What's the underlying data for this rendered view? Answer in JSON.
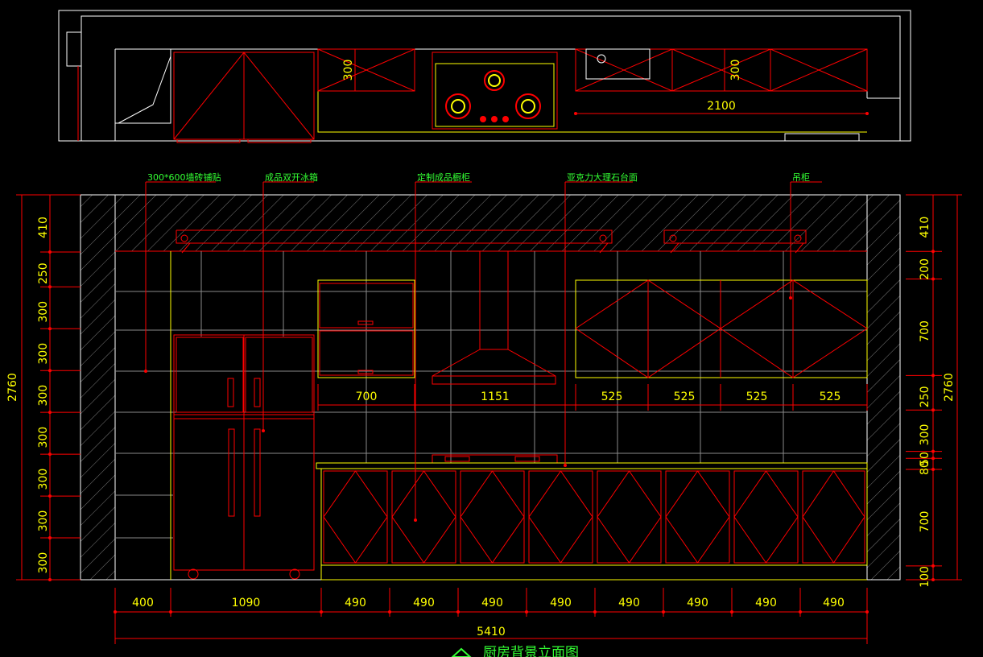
{
  "title": "厨房背景立面图",
  "labels": {
    "tiles": "300*600墙砖铺贴",
    "fridge": "成品双开冰箱",
    "cabinet": "定制成品橱柜",
    "countertop": "亚克力大理石台面",
    "wall_cabinet": "吊柜"
  },
  "plan_dims": {
    "cab_left_depth": "300",
    "cab_right_depth": "300",
    "run_length": "2100"
  },
  "upper_dims": [
    "700",
    "1151",
    "525",
    "525",
    "525",
    "525"
  ],
  "bottom_dims": [
    "400",
    "1090",
    "490",
    "490",
    "490",
    "490",
    "490",
    "490",
    "490",
    "490"
  ],
  "total_width": "5410",
  "left_dims": [
    "410",
    "250",
    "300",
    "300",
    "300",
    "300",
    "300",
    "300",
    "300"
  ],
  "left_total": "2760",
  "right_dims": [
    "410",
    "200",
    "700",
    "250",
    "300",
    "50",
    "80",
    "700",
    "100"
  ],
  "right_total": "2760",
  "colors": {
    "background": "#000000",
    "structure": "#ff0000",
    "dimension": "#ffff00",
    "annotation": "#33ff33",
    "wall_outline": "#ffffff",
    "tile_grid": "#8a8a8a"
  }
}
